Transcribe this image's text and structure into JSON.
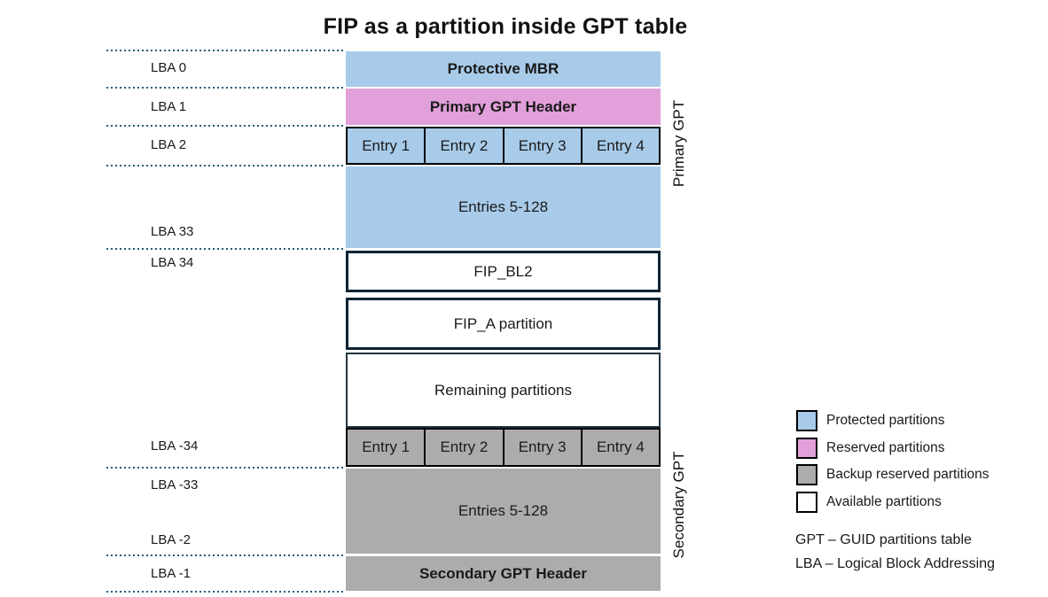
{
  "title": "FIP as a partition inside GPT table",
  "colors": {
    "protected": "#A8CBE9",
    "reserved": "#E1A0DA",
    "backup": "#ACACAC",
    "available": "#FFFFFF",
    "dotted_line": "#1F5D7D",
    "outline_border": "#0D2433"
  },
  "lba_labels": [
    "LBA 0",
    "LBA 1",
    "LBA 2",
    "LBA 33",
    "LBA 34",
    "LBA -34",
    "LBA -33",
    "LBA -2",
    "LBA -1"
  ],
  "sections": {
    "primary": "Primary GPT",
    "secondary": "Secondary GPT"
  },
  "rows": {
    "protective_mbr": "Protective MBR",
    "primary_gpt_header": "Primary GPT Header",
    "primary_entries": [
      "Entry 1",
      "Entry 2",
      "Entry 3",
      "Entry 4"
    ],
    "primary_entries_rest": "Entries 5-128",
    "fip_bl2": "FIP_BL2",
    "fip_a": "FIP_A partition",
    "remaining": "Remaining partitions",
    "secondary_entries": [
      "Entry 1",
      "Entry 2",
      "Entry 3",
      "Entry 4"
    ],
    "secondary_entries_rest": "Entries 5-128",
    "secondary_gpt_header": "Secondary GPT Header"
  },
  "legend": {
    "items": [
      {
        "label": "Protected partitions",
        "color": "#A8CBE9"
      },
      {
        "label": "Reserved partitions",
        "color": "#E1A0DA"
      },
      {
        "label": "Backup reserved partitions",
        "color": "#ACACAC"
      },
      {
        "label": "Available partitions",
        "color": "#FFFFFF"
      }
    ]
  },
  "footnotes": [
    "GPT – GUID partitions table",
    "LBA – Logical Block Addressing"
  ]
}
